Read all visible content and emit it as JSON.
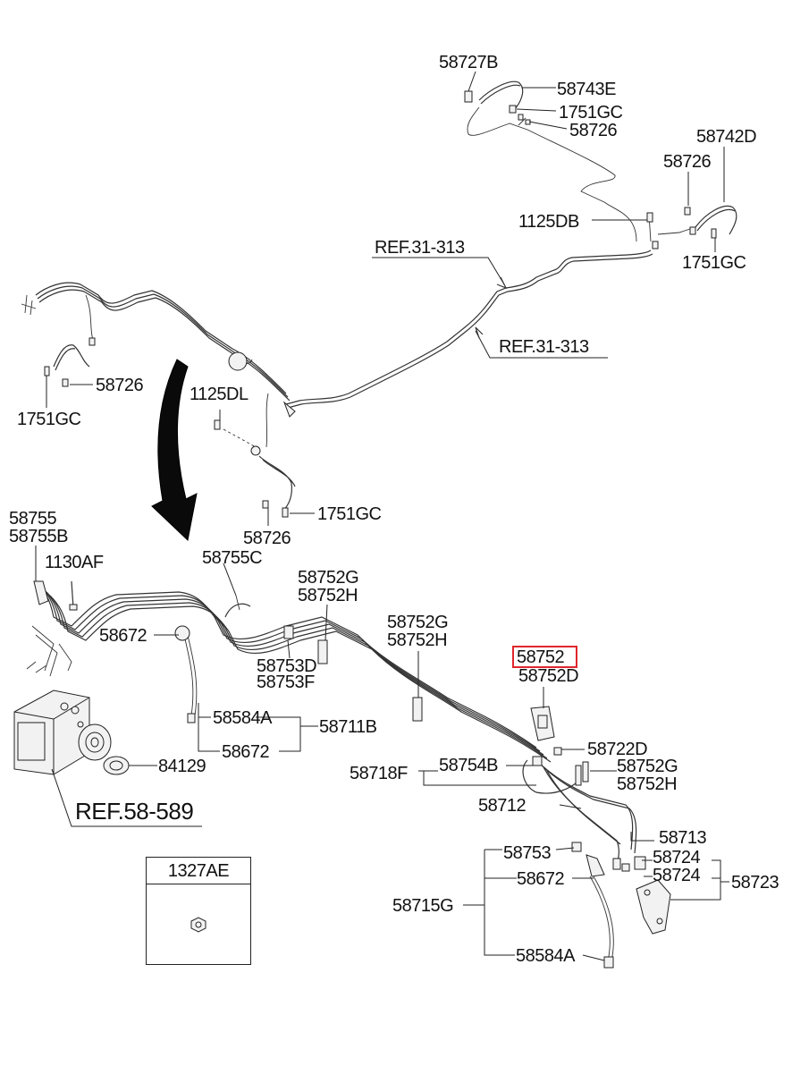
{
  "diagram": {
    "labels": {
      "l_58727B": "58727B",
      "l_58743E": "58743E",
      "l_1751GC_a": "1751GC",
      "l_58726_a": "58726",
      "l_58742D": "58742D",
      "l_58726_b": "58726",
      "l_1125DB": "1125DB",
      "l_1751GC_b": "1751GC",
      "l_58726_c": "58726",
      "l_1751GC_c": "1751GC",
      "l_1125DL": "1125DL",
      "l_1751GC_d": "1751GC",
      "l_58726_d": "58726",
      "l_58755": "58755",
      "l_58755B": "58755B",
      "l_1130AF": "1130AF",
      "l_58755C": "58755C",
      "l_58752G_a": "58752G",
      "l_58752H_a": "58752H",
      "l_58672_a": "58672",
      "l_58753D": "58753D",
      "l_58753F": "58753F",
      "l_58752G_b": "58752G",
      "l_58752H_b": "58752H",
      "l_58752": "58752",
      "l_58752D": "58752D",
      "l_58584A_a": "58584A",
      "l_58711B": "58711B",
      "l_58672_b": "58672",
      "l_84129": "84129",
      "l_58722D": "58722D",
      "l_58718F": "58718F",
      "l_58754B": "58754B",
      "l_58752G_c": "58752G",
      "l_58752H_c": "58752H",
      "l_58712": "58712",
      "l_58713": "58713",
      "l_58753": "58753",
      "l_58724_a": "58724",
      "l_58672_c": "58672",
      "l_58724_b": "58724",
      "l_58723": "58723",
      "l_58715G": "58715G",
      "l_58584A_b": "58584A"
    },
    "refs": {
      "ref_31_313_a": "REF.31-313",
      "ref_31_313_b": "REF.31-313",
      "ref_58_589": "REF.58-589"
    },
    "highlight": {
      "part": "58752",
      "color": "#e0262d"
    },
    "bolt_box": {
      "title": "1327AE"
    }
  }
}
